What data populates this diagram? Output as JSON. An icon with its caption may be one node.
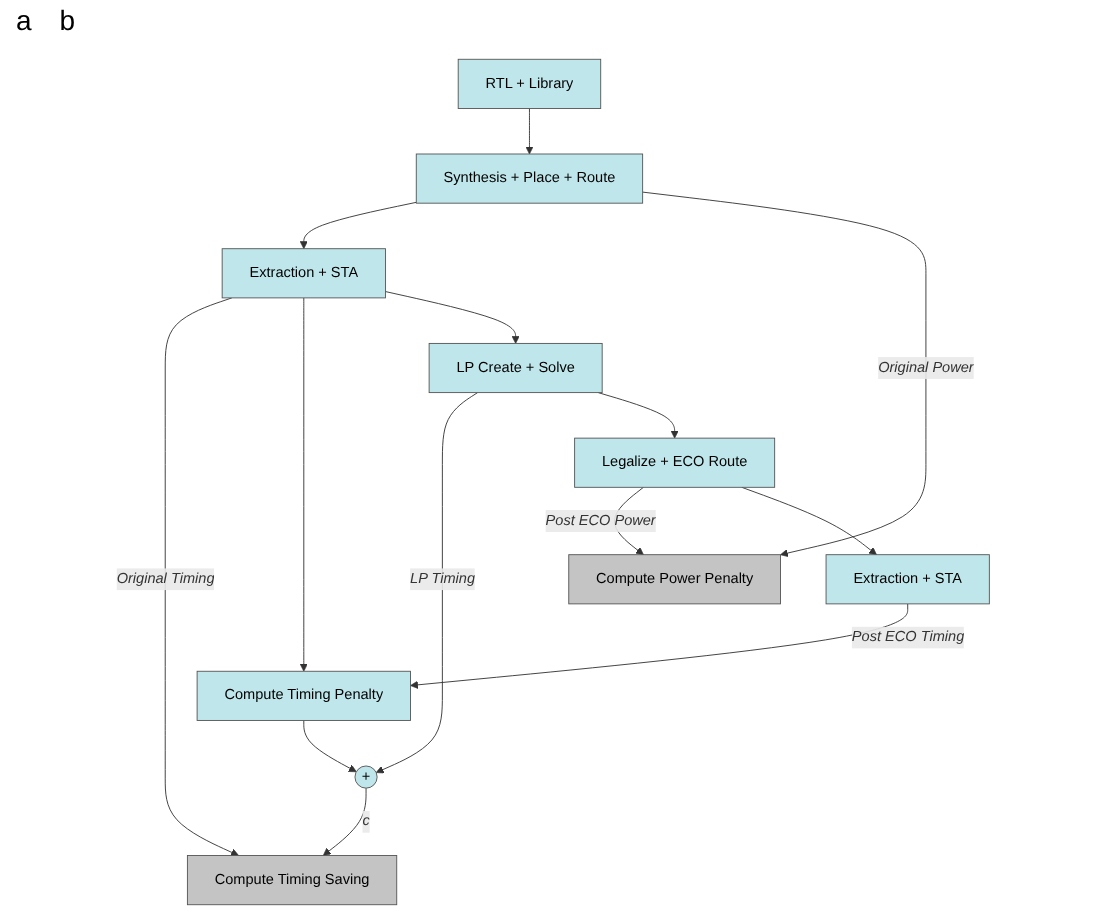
{
  "diagram": {
    "nodes": [
      {
        "text": [
          "Synthesis + Place + Route"
        ]
      },
      {
        "text": [
          "RTL + Library"
        ]
      },
      {
        "text": [
          "Compute Power Penalty"
        ]
      },
      {
        "text": [
          "Extraction + STA"
        ]
      },
      {
        "text": [
          "Compute Timing Saving"
        ]
      },
      {
        "text": [
          "LP Create + Solve"
        ]
      },
      {
        "text": [
          "+"
        ]
      },
      {
        "text": [
          "Legalize + ECO Route"
        ]
      },
      {
        "text": [
          "Compute Timing Penalty"
        ]
      },
      {
        "text": [
          "Extraction + STA"
        ]
      }
    ],
    "edges": [
      {
        "from": 1,
        "to": 0,
        "arrow": "to"
      },
      {
        "from": 0,
        "to": 3,
        "arrow": "to"
      },
      {
        "from": 0,
        "to": 2,
        "arrow": "to",
        "label": "Original Power"
      },
      {
        "from": 3,
        "to": 4,
        "arrow": "to",
        "label": "Original Timing"
      },
      {
        "from": 3,
        "to": 8,
        "arrow": "to"
      },
      {
        "from": 3,
        "to": 5,
        "arrow": "to"
      },
      {
        "from": 5,
        "to": 6,
        "arrow": "to",
        "label": "LP Timing"
      },
      {
        "from": 5,
        "to": 7,
        "arrow": "to"
      },
      {
        "from": 7,
        "to": 2,
        "arrow": "to",
        "label": "Post ECO Power"
      },
      {
        "from": 7,
        "to": 9,
        "arrow": "to"
      },
      {
        "from": 9,
        "to": 8,
        "arrow": "to",
        "label": "Post ECO Timing"
      },
      {
        "from": 8,
        "to": 6,
        "arrow": "to"
      },
      {
        "from": 6,
        "to": 4,
        "arrow": "to",
        "label": "c"
      }
    ],
    "labels": [
      "a",
      "b"
    ]
  }
}
